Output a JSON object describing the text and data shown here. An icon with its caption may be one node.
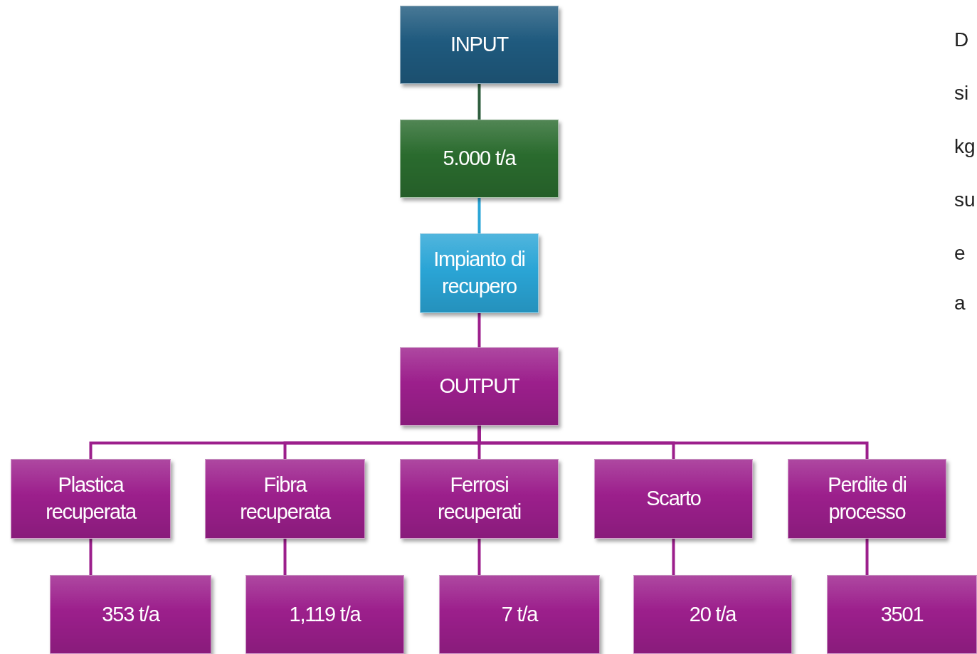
{
  "diagram": {
    "nodes": [
      {
        "text": [
          "INPUT"
        ]
      },
      {
        "text": [
          "5.000 t/a"
        ]
      },
      {
        "text": [
          "Impianto di recupero"
        ]
      },
      {
        "text": [
          "OUTPUT"
        ]
      },
      {
        "text": [
          "Plastica recuperata"
        ]
      },
      {
        "text": [
          "Fibra recuperata"
        ]
      },
      {
        "text": [
          "Ferrosi recuperati"
        ]
      },
      {
        "text": [
          "Scarto"
        ]
      },
      {
        "text": [
          "Perdite di processo"
        ]
      },
      {
        "text": [
          "353 t/a"
        ]
      },
      {
        "text": [
          "1,119 t/a"
        ]
      },
      {
        "text": [
          "7 t/a"
        ]
      },
      {
        "text": [
          "20 t/a"
        ]
      },
      {
        "text": [
          "3501"
        ]
      }
    ],
    "edges": [
      {
        "from": 0,
        "to": 1,
        "arrow": "none",
        "color": "#2e5e3e"
      },
      {
        "from": 1,
        "to": 2,
        "arrow": "none",
        "color": "#2aa5d6"
      },
      {
        "from": 2,
        "to": 3,
        "arrow": "none"
      },
      {
        "from": 3,
        "to": 4,
        "arrow": "none"
      },
      {
        "from": 3,
        "to": 5,
        "arrow": "none"
      },
      {
        "from": 3,
        "to": 6,
        "arrow": "none"
      },
      {
        "from": 3,
        "to": 7,
        "arrow": "none"
      },
      {
        "from": 3,
        "to": 8,
        "arrow": "none"
      },
      {
        "from": 4,
        "to": 9,
        "arrow": "none"
      },
      {
        "from": 5,
        "to": 10,
        "arrow": "none"
      },
      {
        "from": 6,
        "to": 11,
        "arrow": "none"
      },
      {
        "from": 7,
        "to": 12,
        "arrow": "none"
      },
      {
        "from": 8,
        "to": 13,
        "arrow": "none"
      }
    ],
    "labels": [
      "D",
      "si",
      "kg",
      "su",
      "e",
      "a"
    ]
  }
}
